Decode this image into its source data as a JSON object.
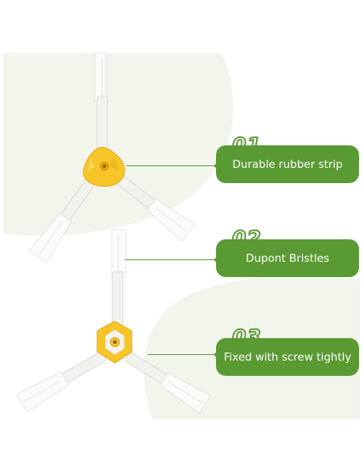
{
  "colors": {
    "accent_green": "#5a9a33",
    "background_blob": "#f1f5ec",
    "brush_arm": "#f3f3f0",
    "brush_hub_yellow": "#f6c628",
    "bristle_white": "#fafafa"
  },
  "features": [
    {
      "number": "01",
      "label": "Durable rubber strip"
    },
    {
      "number": "02",
      "label": "Dupont Bristles"
    },
    {
      "number": "03",
      "label": "Fixed with screw tightly"
    }
  ],
  "products": [
    {
      "name": "three-arm side brush with triangular yellow hub"
    },
    {
      "name": "three-arm side brush with hexagonal yellow hub"
    }
  ]
}
